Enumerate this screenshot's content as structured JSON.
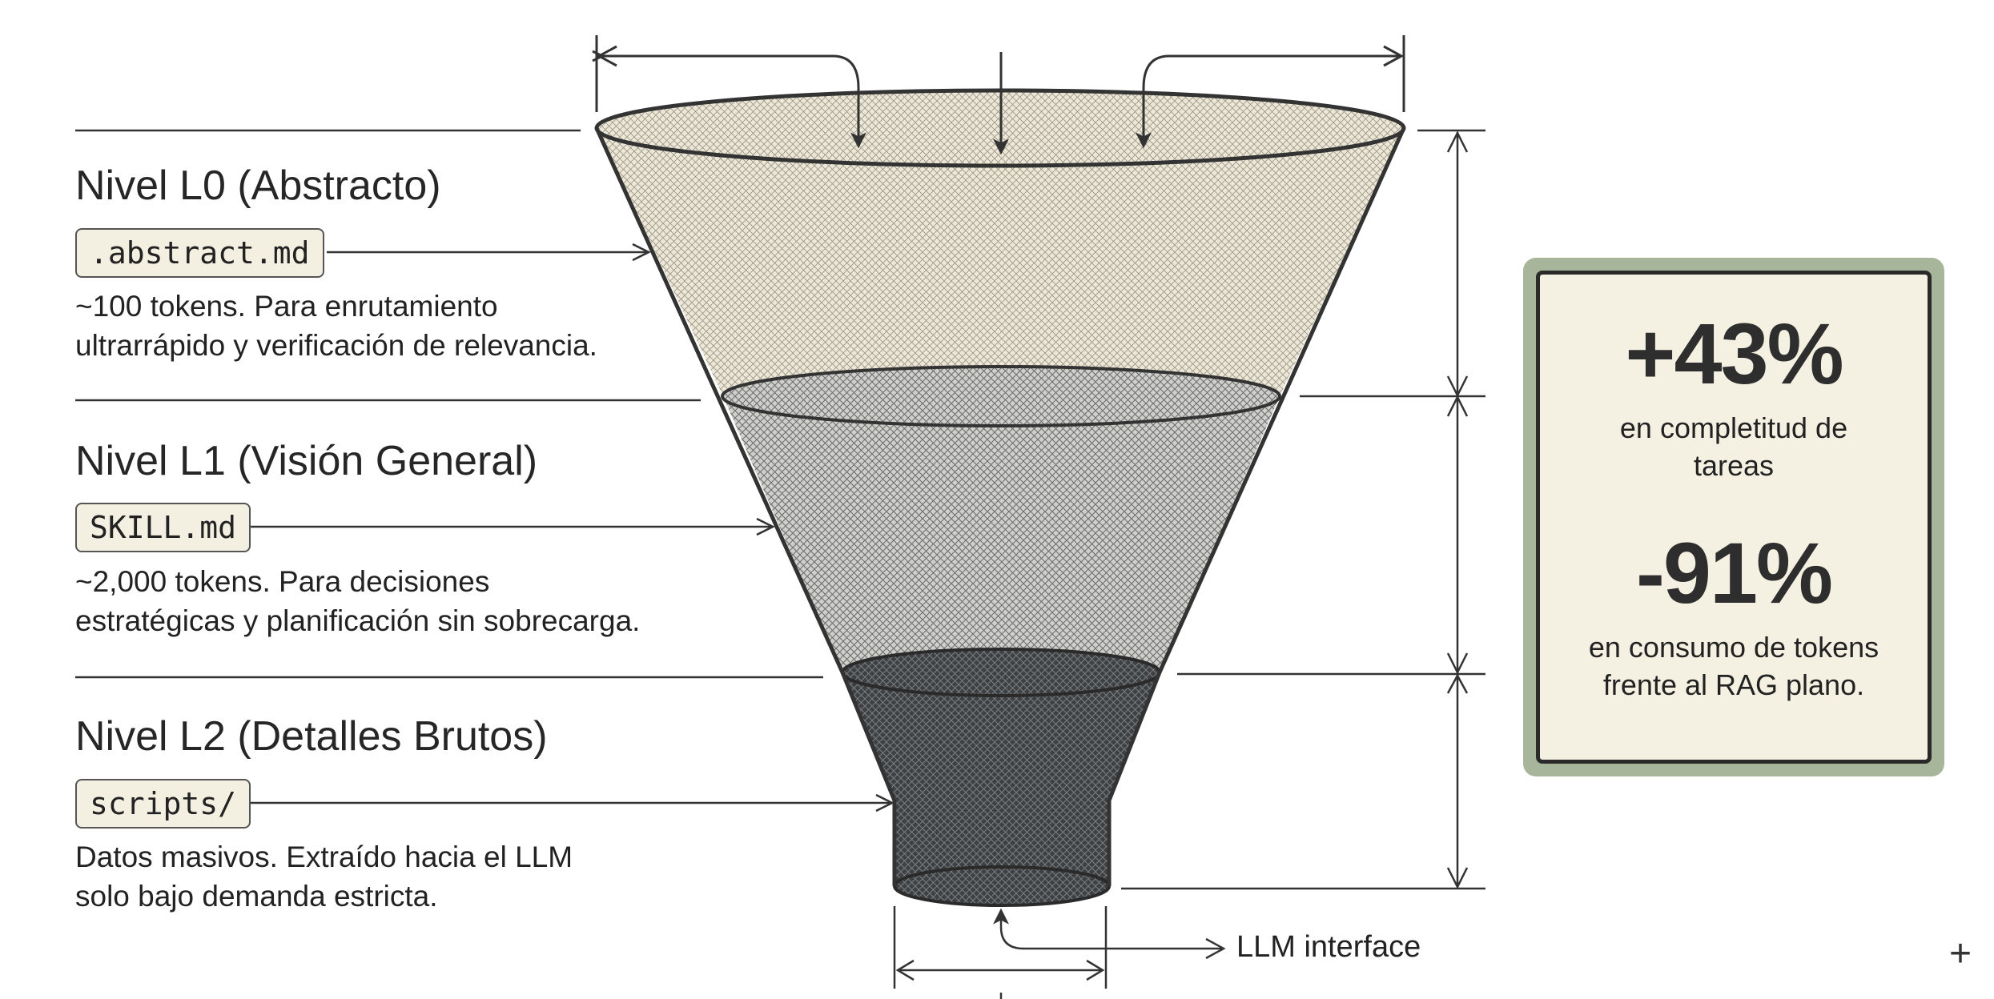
{
  "levels": [
    {
      "title": "Nivel L0 (Abstracto)",
      "file": ".abstract.md",
      "description": [
        "~100 tokens. Para enrutamiento",
        "ultrarrápido y verificación de relevancia."
      ]
    },
    {
      "title": "Nivel L1 (Visión General)",
      "file": "SKILL.md",
      "description": [
        "~2,000 tokens. Para decisiones",
        "estratégicas y planificación sin sobrecarga."
      ]
    },
    {
      "title": "Nivel L2 (Detalles Brutos)",
      "file": "scripts/",
      "description": [
        "Datos masivos. Extraído hacia el LLM",
        "solo bajo demanda estricta."
      ]
    }
  ],
  "stats": [
    {
      "value": "+43%",
      "label": [
        "en completitud de",
        "tareas"
      ]
    },
    {
      "value": "-91%",
      "label": [
        "en consumo de tokens",
        "frente al RAG plano."
      ]
    }
  ],
  "interface_label": "LLM interface",
  "corner_mark": "+",
  "colors": {
    "layer_l0": "#ece7d6",
    "layer_l1": "#c9c9c5",
    "layer_l2": "#4a4d50",
    "card_border": "#a7b69a",
    "card_bg": "#f5f1e2",
    "chip_bg": "#f4f0e1",
    "line": "#333333"
  }
}
